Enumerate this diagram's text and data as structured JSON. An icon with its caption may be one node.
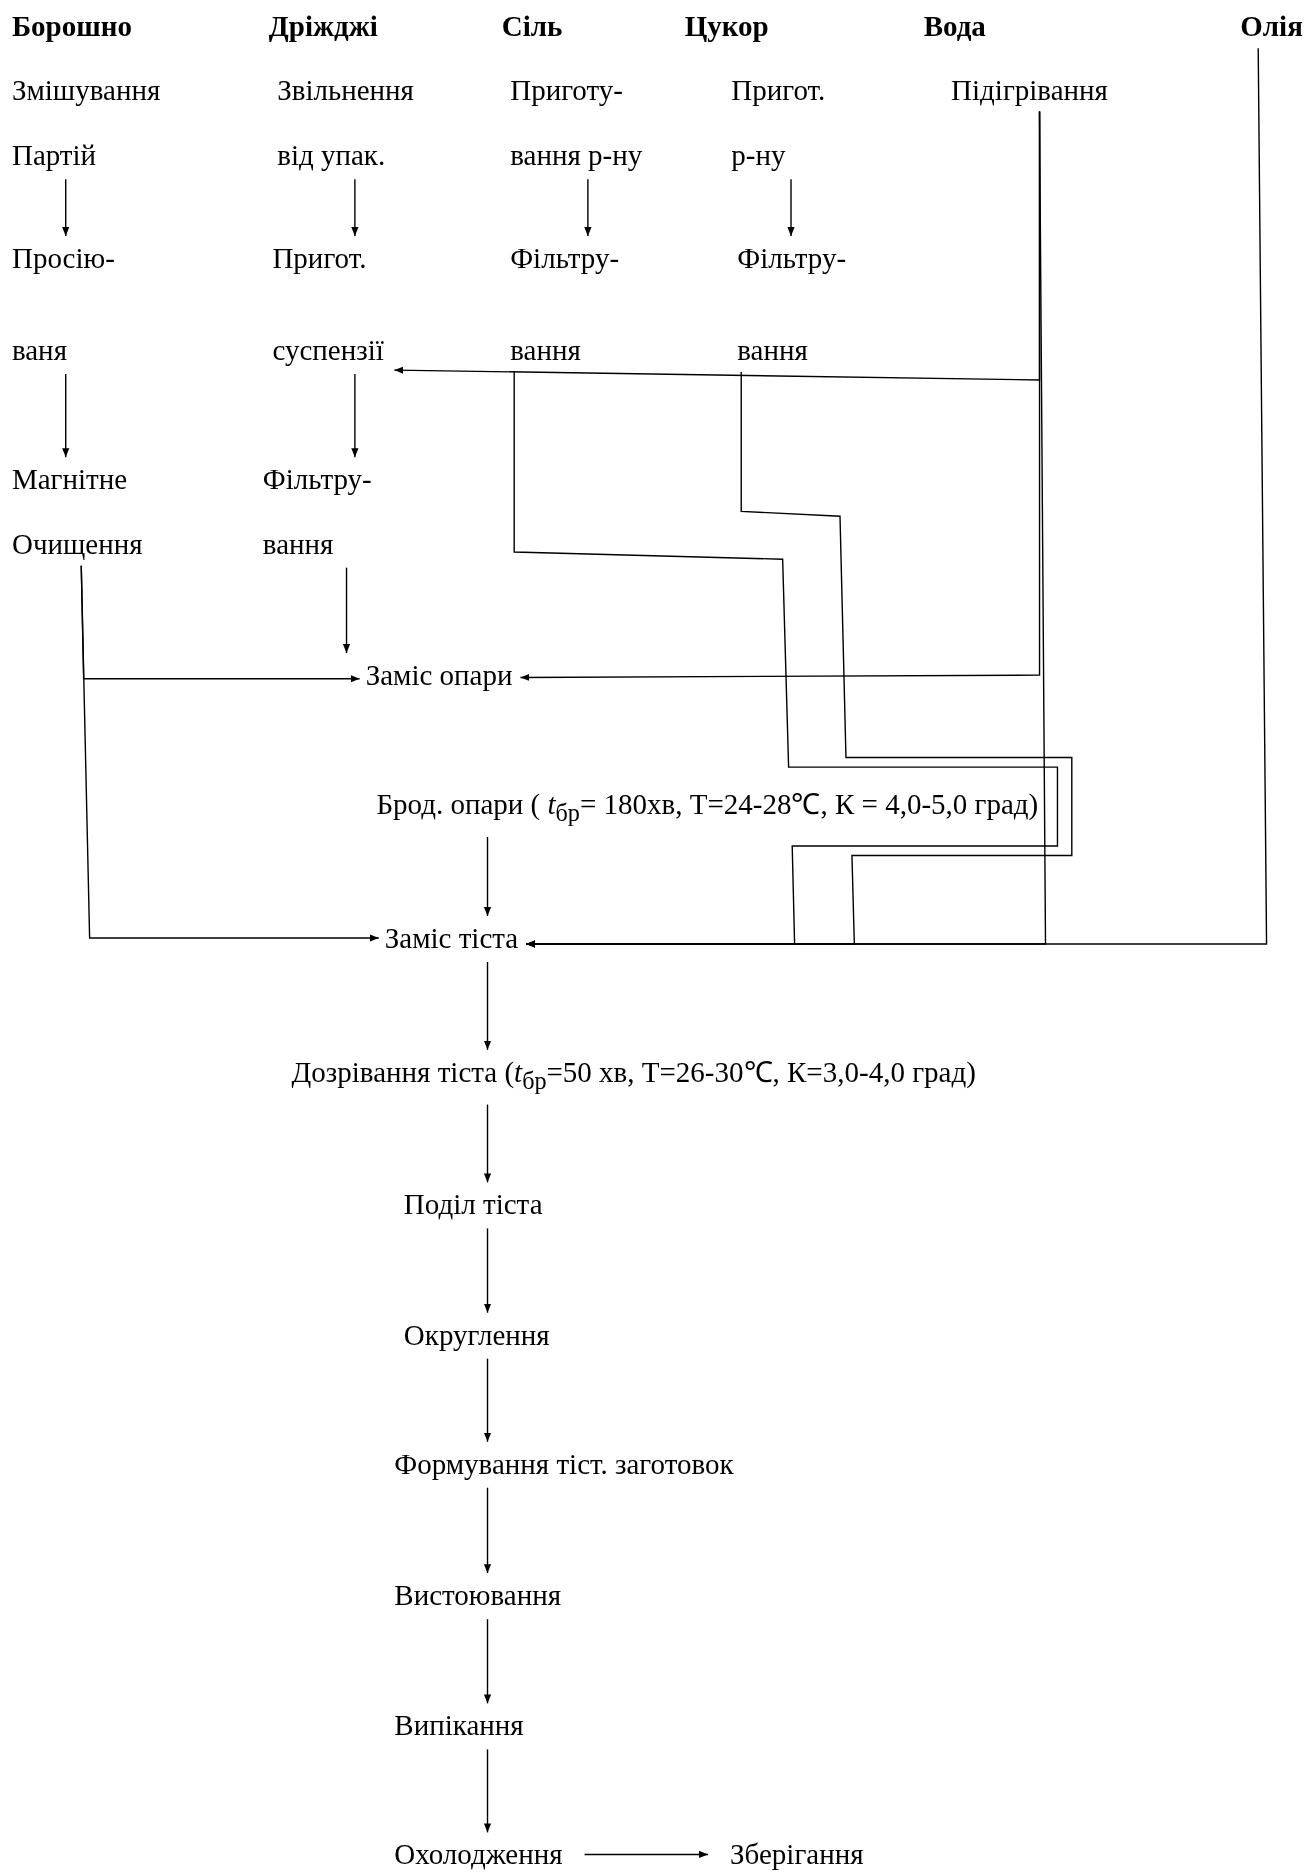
{
  "diagram": {
    "nodes": [
      {
        "text": [
          "Борошно"
        ]
      },
      {
        "text": [
          "Дріжджі"
        ]
      },
      {
        "text": [
          "Сіль"
        ]
      },
      {
        "text": [
          "Цукор"
        ]
      },
      {
        "text": [
          "Вода"
        ]
      },
      {
        "text": [
          "Олія"
        ]
      },
      {
        "text": [
          "Змішування Партій"
        ]
      },
      {
        "text": [
          "Звільнення від упак."
        ]
      },
      {
        "text": [
          "Приготу- вання р-ну"
        ]
      },
      {
        "text": [
          "Пригот. р-ну"
        ]
      },
      {
        "text": [
          "Підігрівання"
        ]
      },
      {
        "text": [
          "Просію- ваня"
        ]
      },
      {
        "text": [
          "Пригот. суспензії"
        ]
      },
      {
        "text": [
          "Фільтру- вання"
        ]
      },
      {
        "text": [
          "Фільтру- вання"
        ]
      },
      {
        "text": [
          "Магнітне Очищення"
        ]
      },
      {
        "text": [
          "Фільтру- вання"
        ]
      },
      {
        "text": [
          "Заміс опари"
        ]
      },
      {
        "text": [
          "Брод. опари ( *t*$_{бр}$= 180хв, Т=24-28℃, К = 4,0-5,0 град)"
        ]
      },
      {
        "text": [
          "Заміс тіста"
        ]
      },
      {
        "text": [
          "Дозрівання тіста (*t*$_{бр}$=50 хв, Т=26-30℃, К=3,0-4,0 град)"
        ]
      },
      {
        "text": [
          "Поділ тіста"
        ]
      },
      {
        "text": [
          "Округлення"
        ]
      },
      {
        "text": [
          "Формування тіст. заготовок"
        ]
      },
      {
        "text": [
          "Вистоювання"
        ]
      },
      {
        "text": [
          "Випікання"
        ]
      },
      {
        "text": [
          "Охолодження"
        ]
      },
      {
        "text": [
          "Зберігання"
        ]
      }
    ],
    "edges": [
      {
        "from": 6,
        "to": 11,
        "arrow": "to"
      },
      {
        "from": 11,
        "to": 15,
        "arrow": "to"
      },
      {
        "from": 7,
        "to": 12,
        "arrow": "to"
      },
      {
        "from": 12,
        "to": 16,
        "arrow": "to"
      },
      {
        "from": 8,
        "to": 13,
        "arrow": "to"
      },
      {
        "from": 9,
        "to": 14,
        "arrow": "to"
      },
      {
        "from": 16,
        "to": 17,
        "arrow": "to"
      },
      {
        "from": 15,
        "to": 17,
        "arrow": "to"
      },
      {
        "from": 15,
        "to": 19,
        "arrow": "to"
      },
      {
        "from": 10,
        "to": 12,
        "arrow": "to"
      },
      {
        "from": 10,
        "to": 17,
        "arrow": "to"
      },
      {
        "from": 10,
        "to": 19,
        "arrow": "to"
      },
      {
        "from": 13,
        "to": 19,
        "arrow": "to"
      },
      {
        "from": 14,
        "to": 19,
        "arrow": "to"
      },
      {
        "from": 5,
        "to": 19,
        "arrow": "to"
      },
      {
        "from": 18,
        "to": 19,
        "arrow": "to"
      },
      {
        "from": 19,
        "to": 20,
        "arrow": "to"
      },
      {
        "from": 20,
        "to": 21,
        "arrow": "to"
      },
      {
        "from": 21,
        "to": 22,
        "arrow": "to"
      },
      {
        "from": 22,
        "to": 23,
        "arrow": "to"
      },
      {
        "from": 23,
        "to": 24,
        "arrow": "to"
      },
      {
        "from": 24,
        "to": 25,
        "arrow": "to"
      },
      {
        "from": 25,
        "to": 26,
        "arrow": "to"
      },
      {
        "from": 26,
        "to": 27,
        "arrow": "to"
      }
    ]
  }
}
